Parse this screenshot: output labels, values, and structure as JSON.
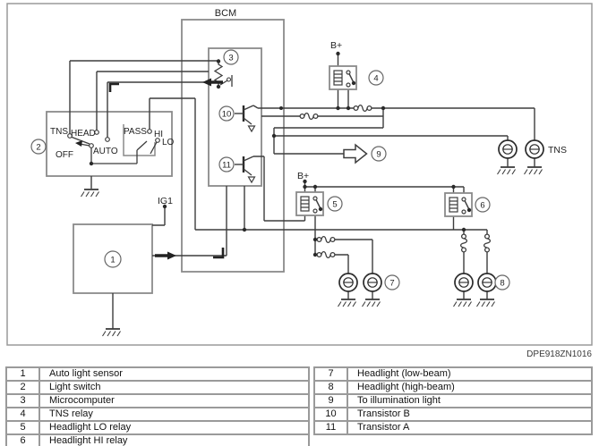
{
  "diagram": {
    "bcm": "BCM",
    "code": "DPE918ZN1016",
    "b_plus_tns_relay": "B+",
    "b_plus_lo_relay": "B+",
    "ig1": "IG1",
    "tns_lamps_label": "TNS",
    "light_switch": {
      "tns": "TNS",
      "head": "HEAD",
      "pass": "PASS",
      "hi": "HI",
      "lo": "LO",
      "off": "OFF",
      "auto": "AUTO"
    },
    "refs": {
      "r1": "1",
      "r2": "2",
      "r3": "3",
      "r4": "4",
      "r5": "5",
      "r6": "6",
      "r7": "7",
      "r8": "8",
      "r9": "9",
      "r10": "10",
      "r11": "11"
    }
  },
  "legend": {
    "left": [
      {
        "num": "1",
        "label": "Auto light sensor"
      },
      {
        "num": "2",
        "label": "Light switch"
      },
      {
        "num": "3",
        "label": "Microcomputer"
      },
      {
        "num": "4",
        "label": "TNS relay"
      },
      {
        "num": "5",
        "label": "Headlight LO relay"
      },
      {
        "num": "6",
        "label": "Headlight HI relay"
      }
    ],
    "right": [
      {
        "num": "7",
        "label": "Headlight (low-beam)"
      },
      {
        "num": "8",
        "label": "Headlight (high-beam)"
      },
      {
        "num": "9",
        "label": "To illumination light"
      },
      {
        "num": "10",
        "label": "Transistor B"
      },
      {
        "num": "11",
        "label": "Transistor A"
      }
    ]
  }
}
